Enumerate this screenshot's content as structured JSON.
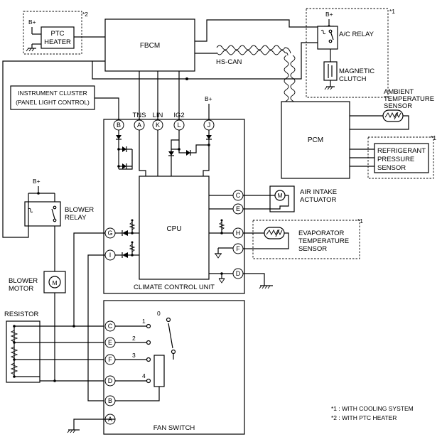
{
  "components": {
    "fbcm": "FBCM",
    "pcm": "PCM",
    "cpu": "CPU",
    "climate_control_unit": "CLIMATE CONTROL UNIT",
    "fan_switch": "FAN SWITCH",
    "ptc_heater": [
      "PTC",
      "HEATER"
    ],
    "ac_relay": "A/C RELAY",
    "magnetic_clutch": [
      "MAGNETIC",
      "CLUTCH"
    ],
    "ambient_sensor": [
      "AMBIENT",
      "TEMPERATURE",
      "SENSOR"
    ],
    "refrigerant_sensor": [
      "REFRIGERANT",
      "PRESSURE",
      "SENSOR"
    ],
    "instrument_cluster": [
      "INSTRUMENT CLUSTER",
      "(PANEL LIGHT CONTROL)"
    ],
    "air_intake_actuator": [
      "AIR INTAKE",
      "ACTUATOR"
    ],
    "evaporator_sensor": [
      "EVAPORATOR",
      "TEMPERATURE",
      "SENSOR"
    ],
    "blower_relay": [
      "BLOWER",
      "RELAY"
    ],
    "blower_motor": [
      "BLOWER",
      "MOTOR"
    ],
    "resistor": "RESISTOR",
    "hs_can": "HS-CAN",
    "b_plus": "B+",
    "motor_symbol": "M"
  },
  "ccu_pin_labels": [
    "TNS",
    "LIN",
    "IG2"
  ],
  "ccu_top_pins": [
    "B",
    "A",
    "K",
    "L",
    "J"
  ],
  "ccu_right_pins": [
    "C",
    "E",
    "H",
    "F",
    "D"
  ],
  "ccu_left_pins": [
    "G",
    "I"
  ],
  "fan_switch_pins": [
    "C",
    "E",
    "F",
    "D",
    "B",
    "A"
  ],
  "fan_switch_positions": [
    "0",
    "1",
    "2",
    "3",
    "4"
  ],
  "markers": {
    "one": "*1",
    "two": "*2"
  },
  "notes": [
    "*1 : WITH COOLING SYSTEM",
    "*2 : WITH PTC HEATER"
  ]
}
